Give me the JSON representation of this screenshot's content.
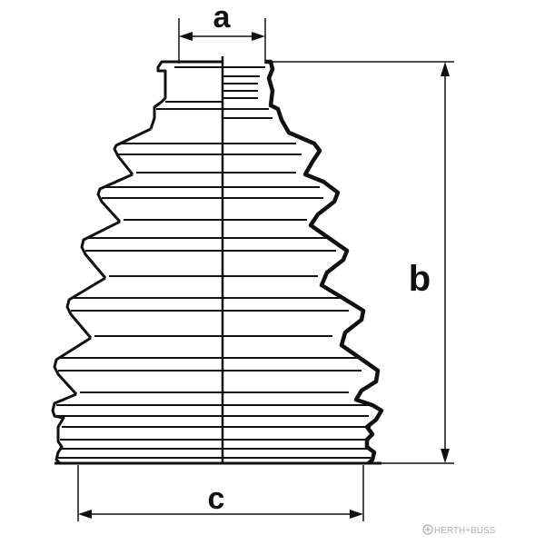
{
  "labels": {
    "a": "a",
    "b": "b",
    "c": "c"
  },
  "brand": {
    "text": "HERTH+BUSS",
    "icon": "herth-buss-logo-icon"
  },
  "colors": {
    "line": "#111111",
    "background": "#ffffff",
    "watermark": "#b0b0b0"
  }
}
